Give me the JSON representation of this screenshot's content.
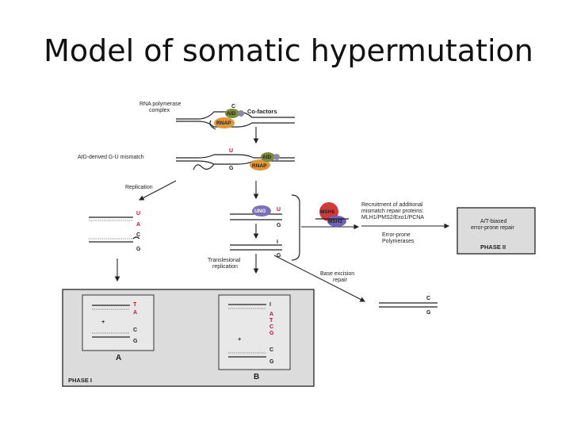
{
  "slide": {
    "title": "Model of somatic hypermutation"
  },
  "step1": {
    "label_line1": "RNA polymerase",
    "label_line2": "complex",
    "cofactors": "Co-factors",
    "base_top": "C",
    "aid": "AID",
    "rnap": "RNAP"
  },
  "step2": {
    "label": "AID-derived G-U mismatch",
    "base_top": "U",
    "base_bottom": "G",
    "aid": "AID",
    "rnap": "RNAP"
  },
  "replication": {
    "label": "Replication",
    "bases": [
      "U",
      "A",
      "C",
      "G"
    ]
  },
  "ung_branch": {
    "ung": "UNG",
    "base_top": "U",
    "base_bottom": "G",
    "lower_top": "I",
    "lower_bottom": "G"
  },
  "mismatch_repair": {
    "msh6": "MSH6",
    "msh2": "MSH2",
    "recruitment_line1": "Recruitment of additional",
    "recruitment_line2": "mismatch repair proteins:",
    "recruitment_line3": "MLH1/PMS2/Exo1/PCNA",
    "polymerases_line1": "Error-prone",
    "polymerases_line2": "Polymerases"
  },
  "phase2": {
    "line1": "A/T-biased",
    "line2": "error-prone repair",
    "name": "PHASE II"
  },
  "translesional": {
    "line1": "Translesional",
    "line2": "replication"
  },
  "ber": {
    "line1": "Base excision",
    "line2": "repair",
    "base_top": "C",
    "base_bottom": "G"
  },
  "phase1": {
    "name": "PHASE I",
    "panel_a": {
      "label": "A",
      "bases_top": [
        "T",
        "A"
      ],
      "plus": "+",
      "bases_bottom": [
        "C",
        "G"
      ]
    },
    "panel_b": {
      "label": "B",
      "top": "I",
      "bases_mid": [
        "A",
        "T",
        "C",
        "G"
      ],
      "plus": "+",
      "bases_bottom": [
        "C",
        "G"
      ]
    }
  },
  "colors": {
    "aid": "#7a8c3a",
    "rnap": "#e0963a",
    "ung": "#7a6fb8",
    "msh6": "#d23a3a",
    "msh2": "#6f64b8",
    "box_fill": "#dcdcdc",
    "red_base": "#c8102e"
  }
}
